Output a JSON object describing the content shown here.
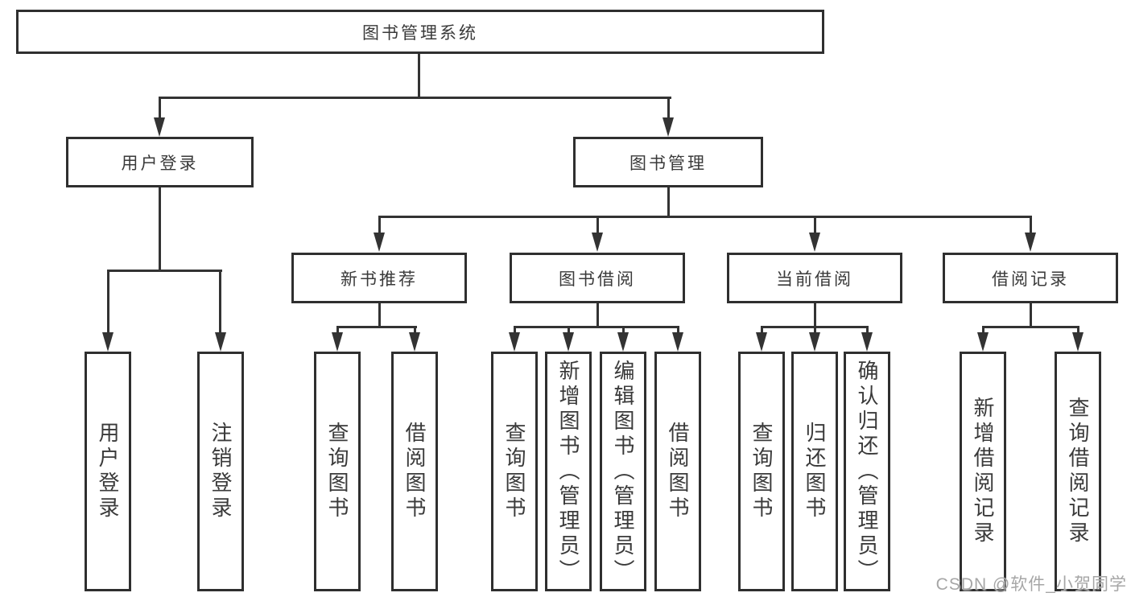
{
  "colors": {
    "line": "#333333",
    "border": "#2f2f2f",
    "text": "#3a3a3a",
    "background": "#ffffff",
    "watermark": "#a6a6a6"
  },
  "tree": {
    "root": "图书管理系统",
    "branches": [
      {
        "label": "用户登录",
        "children": [
          "用户登录",
          "注销登录"
        ]
      },
      {
        "label": "图书管理",
        "groups": [
          {
            "label": "新书推荐",
            "children": [
              "查询图书",
              "借阅图书"
            ]
          },
          {
            "label": "图书借阅",
            "children": [
              "查询图书",
              "新增图书（管理员）",
              "编辑图书（管理员）",
              "借阅图书"
            ]
          },
          {
            "label": "当前借阅",
            "children": [
              "查询图书",
              "归还图书",
              "确认归还（管理员）"
            ]
          },
          {
            "label": "借阅记录",
            "children": [
              "新增借阅记录",
              "查询借阅记录"
            ]
          }
        ]
      }
    ]
  },
  "watermark": {
    "text": "CSDN @软件_小贺同学"
  }
}
